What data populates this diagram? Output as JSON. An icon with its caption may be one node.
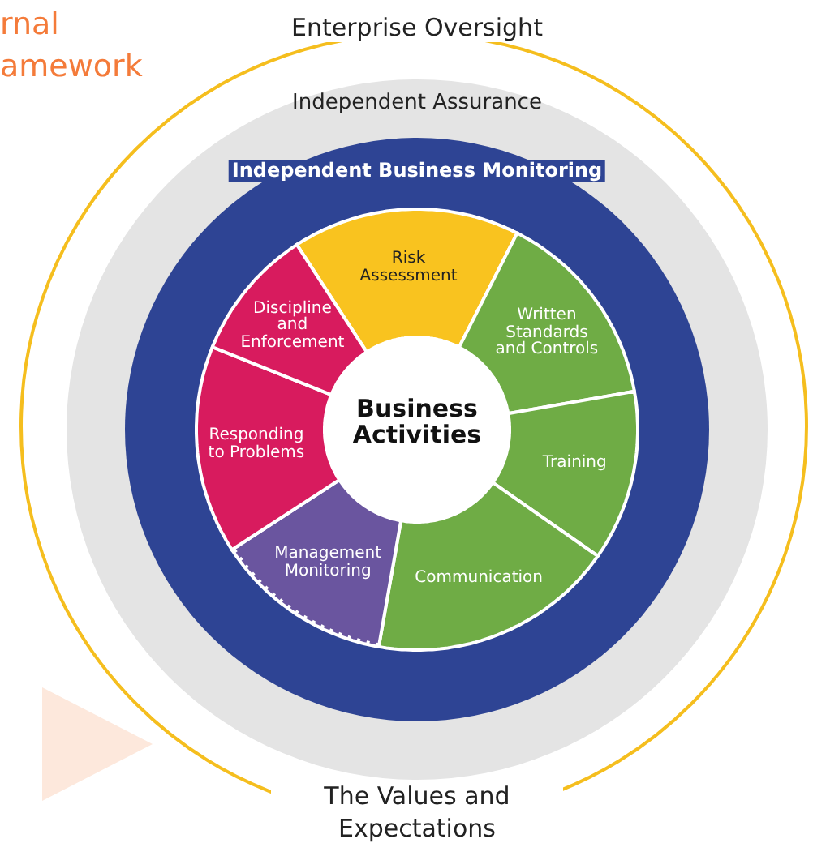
{
  "diagram": {
    "nodes": [
      {
        "text": [
          "Enterprise Oversight",
          "The Values and Expectations"
        ]
      },
      {
        "text": [
          "Independent Assurance"
        ],
        "in": 0
      },
      {
        "text": [
          "Independent Business Monitoring"
        ],
        "in": 1
      },
      {
        "text": [
          "Business Activities"
        ],
        "in": 2
      },
      {
        "text": [
          "Risk Assessment"
        ],
        "in": 2
      },
      {
        "text": [
          "Written Standards and Controls"
        ],
        "in": 2
      },
      {
        "text": [
          "Training"
        ],
        "in": 2
      },
      {
        "text": [
          "Communication"
        ],
        "in": 2
      },
      {
        "text": [
          "Management Monitoring"
        ],
        "in": 2
      },
      {
        "text": [
          "Responding to Problems"
        ],
        "in": 2
      },
      {
        "text": [
          "Discipline and Enforcement"
        ],
        "in": 2
      }
    ],
    "labels": [
      "rnal",
      "amework"
    ]
  }
}
